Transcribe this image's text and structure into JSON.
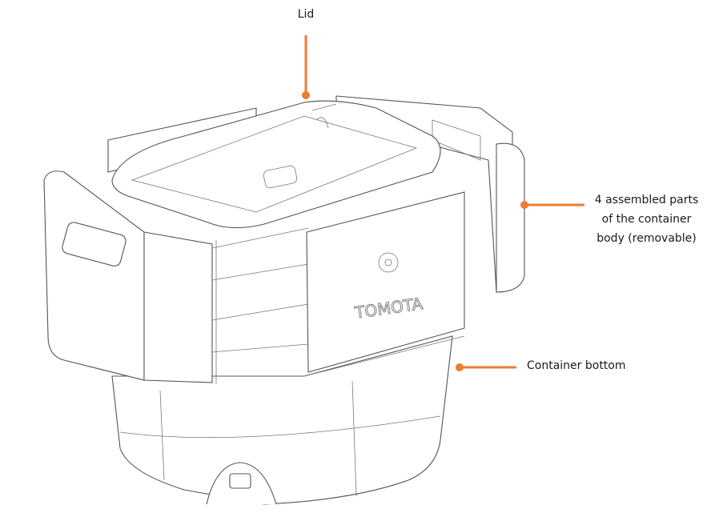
{
  "labels": {
    "lid": "Lid",
    "body_line1": "4 assembled parts",
    "body_line2": "of the container",
    "body_line3": "body (removable)",
    "bottom": "Container bottom"
  },
  "logo_text": "TOMOTA",
  "colors": {
    "callout": "#ED7D31",
    "line_art": "#555555"
  }
}
